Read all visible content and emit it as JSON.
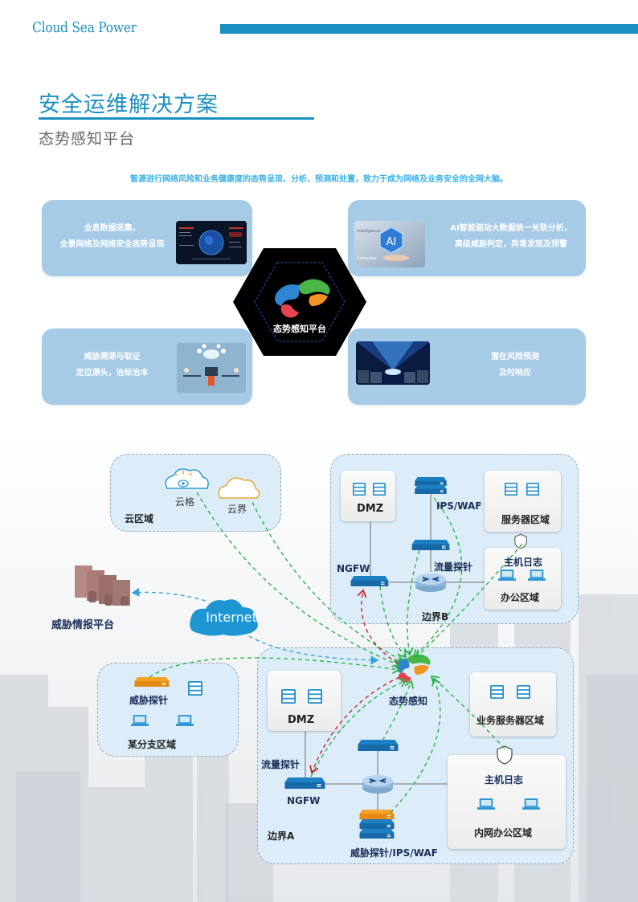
{
  "header": {
    "brand": "Cloud Sea Power",
    "accent_color": "#1a8fc1"
  },
  "title": {
    "main": "安全运维解决方案",
    "subtitle": "态势感知平台"
  },
  "tagline": "智源进行网络风险和业务健康度的态势呈现、分析、预测和处置，致力于成为网络及业务安全的全网大脑。",
  "features": [
    {
      "line1": "全息数据采集，",
      "line2": "全景网络及网络安全态势呈现",
      "image": "dashboard-globe"
    },
    {
      "line1": "AI智能驱动大数据统一关联分析，",
      "line2": "高级威胁判定，异常发现及预警",
      "image": "ai-hexagon",
      "image_text_ai": "AI",
      "image_text_computer": "Computer",
      "image_text_intelligence": "Intelligence"
    },
    {
      "line1": "威胁溯源与取证",
      "line2": "定位源头，治标治本",
      "image": "people-cloud"
    },
    {
      "line1": "潜在风险预测",
      "line2": "及时响应",
      "image": "data-center-light"
    }
  ],
  "center_hex": {
    "label": "态势感知平台"
  },
  "diagram": {
    "cloud_zone": {
      "label": "云区域",
      "items": [
        "云格",
        "云界"
      ]
    },
    "threat_intel": {
      "label": "威胁情报平台"
    },
    "internet": {
      "label": "Internet"
    },
    "border_b": {
      "label": "边界B",
      "dmz": "DMZ",
      "ips_waf": "IPS/WAF",
      "server_zone": "服务器区域",
      "traffic_probe": "流量探针",
      "ngfw": "NGFW",
      "host_log": "主机日志",
      "office_zone": "办公区域"
    },
    "branch": {
      "label": "某分支区域",
      "probe": "威胁探针"
    },
    "situation": {
      "label": "态势感知"
    },
    "border_a": {
      "label": "边界A",
      "dmz": "DMZ",
      "traffic_probe": "流量探针",
      "ngfw": "NGFW",
      "stack": "威胁探针/IPS/WAF",
      "biz_server_zone": "业务服务器区域",
      "host_log": "主机日志",
      "intranet_office": "内网办公区域"
    },
    "colors": {
      "green_flow": "#2db34a",
      "red_flow": "#c0282d",
      "blue_flow": "#3aa3dc",
      "device_blue": "#1d7fc4",
      "device_orange": "#f0961c"
    }
  }
}
